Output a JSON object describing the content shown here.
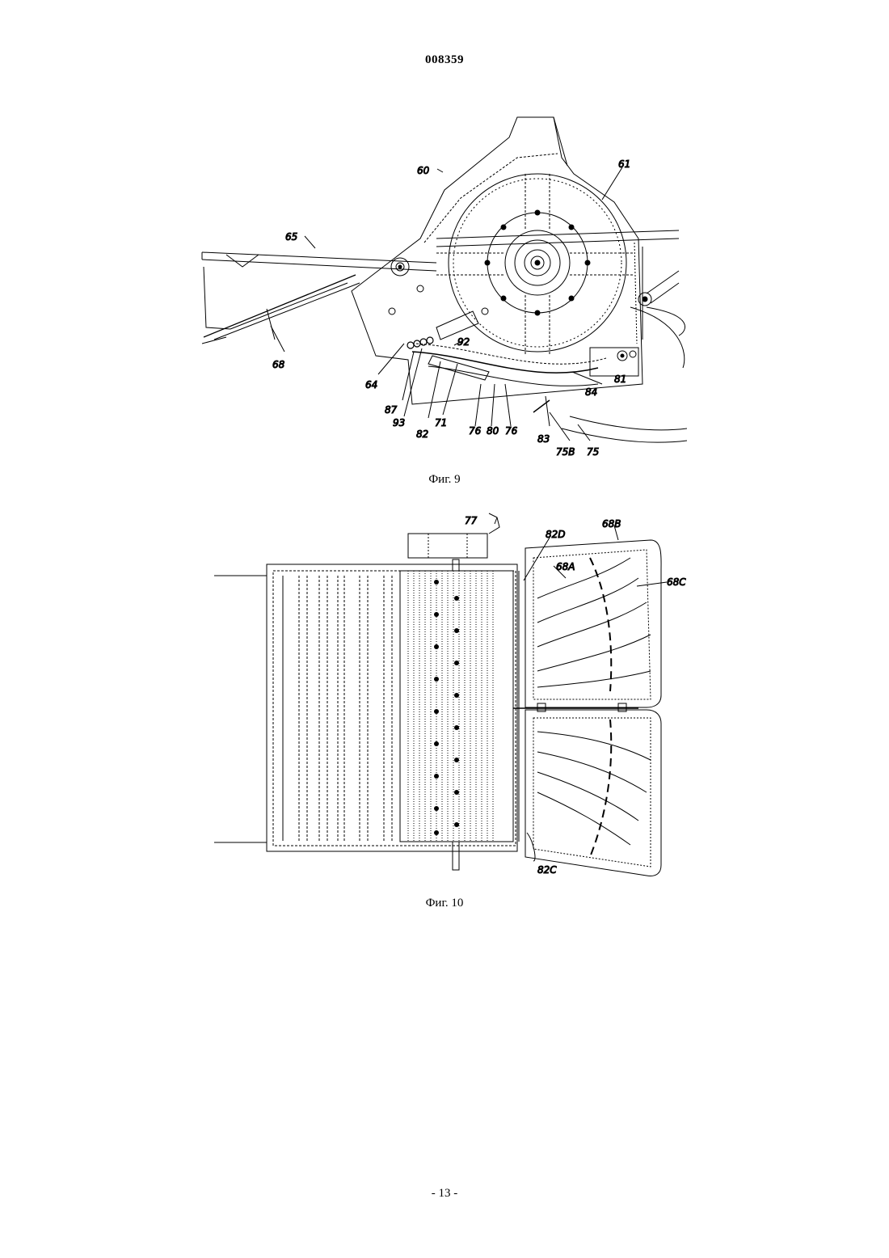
{
  "header": {
    "doc_number": "008359"
  },
  "figures": [
    {
      "caption": "Фиг. 9",
      "labels": [
        "60",
        "61",
        "65",
        "68",
        "64",
        "87",
        "93",
        "82",
        "71",
        "92",
        "76",
        "80",
        "76",
        "83",
        "75B",
        "75",
        "81",
        "84"
      ]
    },
    {
      "caption": "Фиг. 10",
      "labels": [
        "77",
        "82D",
        "68B",
        "68A",
        "68C",
        "82C"
      ]
    }
  ],
  "footer": {
    "page_number": "- 13 -"
  }
}
